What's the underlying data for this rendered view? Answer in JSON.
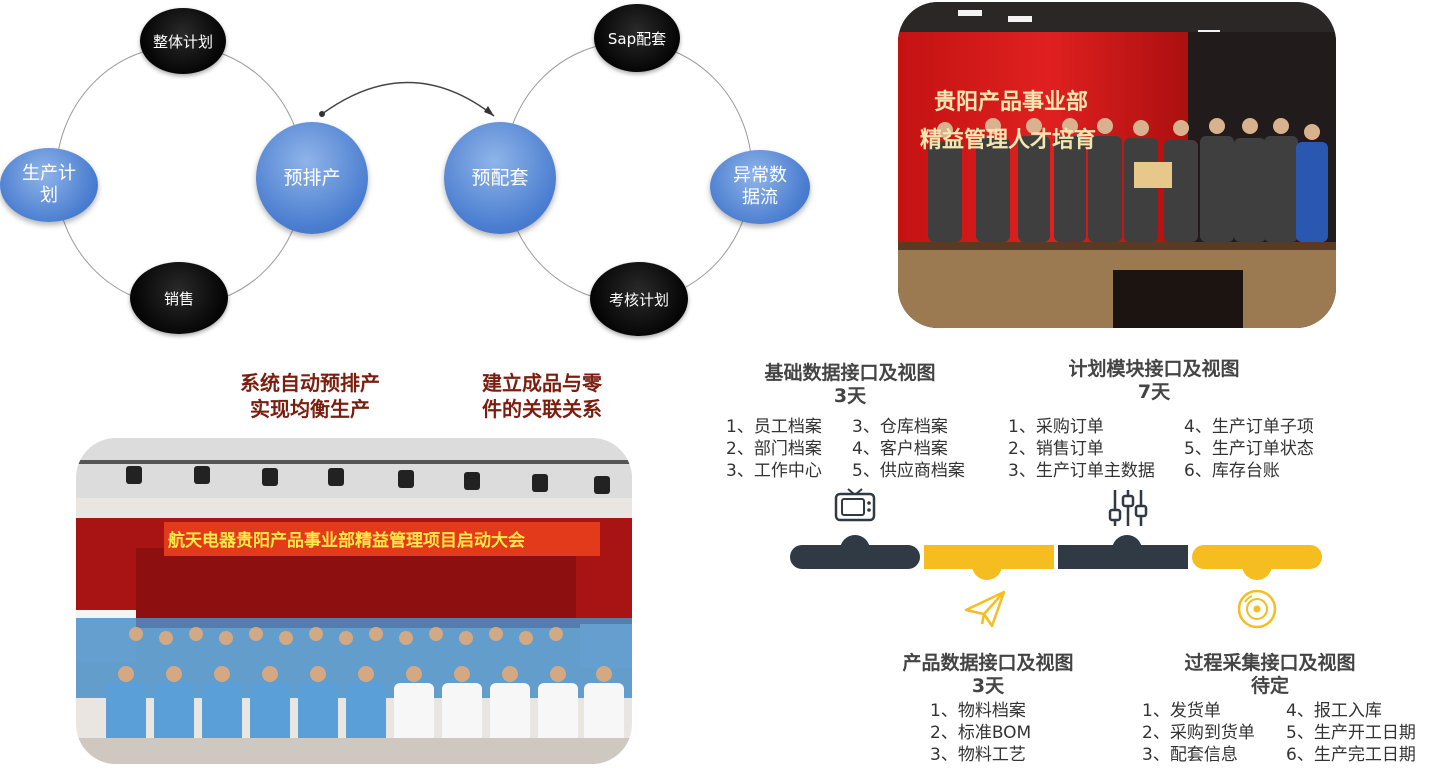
{
  "cycle_left": {
    "center": "预排产",
    "top": "整体计划",
    "left_line1": "生产计",
    "left_line2": "划",
    "bottom": "销售"
  },
  "cycle_right": {
    "center": "预配套",
    "top": "Sap配套",
    "right_line1": "异常数",
    "right_line2": "据流",
    "bottom": "考核计划"
  },
  "notes": {
    "left_line1": "系统自动预排产",
    "left_line2": "实现均衡生产",
    "right_line1": "建立成品与零",
    "right_line2": "件的关联关系"
  },
  "photos": {
    "stage_banner_line1": "贵阳产品事业部",
    "stage_banner_line2": "精益管理人才培育",
    "hall_banner": "航天电器贵阳产品事业部精益管理项目启动大会"
  },
  "timeline": {
    "colors": {
      "dark": "#2f3a45",
      "yellow": "#f5bd1f"
    },
    "basic": {
      "title": "基础数据接口及视图",
      "days": "3天",
      "col1": [
        "1、员工档案",
        "2、部门档案",
        "3、工作中心"
      ],
      "col2": [
        "3、仓库档案",
        "4、客户档案",
        "5、供应商档案"
      ],
      "icon": "tv-icon"
    },
    "plan": {
      "title": "计划模块接口及视图",
      "days": "7天",
      "col1": [
        "1、采购订单",
        "2、销售订单",
        "3、生产订单主数据"
      ],
      "col2": [
        "4、生产订单子项",
        "5、生产订单状态",
        "6、库存台账"
      ],
      "icon": "sliders-icon"
    },
    "product": {
      "title": "产品数据接口及视图",
      "days": "3天",
      "items": [
        "1、物料档案",
        "2、标准BOM",
        "3、物料工艺"
      ],
      "icon": "paper-plane-icon"
    },
    "process": {
      "title": "过程采集接口及视图",
      "days": "待定",
      "col1": [
        "1、发货单",
        "2、采购到货单",
        "3、配套信息"
      ],
      "col2": [
        "4、报工入库",
        "5、生产开工日期",
        "6、生产完工日期"
      ],
      "icon": "disc-icon"
    }
  }
}
